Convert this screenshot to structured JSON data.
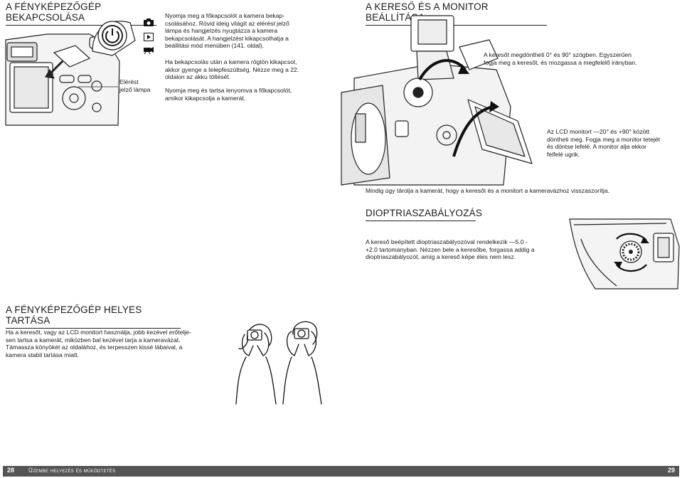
{
  "left": {
    "power": {
      "heading": "A FÉNYKÉPEZŐGÉP BEKAPCSOLÁSA",
      "label": "Elérést\njelző lámpa",
      "p1": "Nyomja meg a főkapcsolót a kamera bekap-\ncsolásához. Rövid ideig világít az elérést jelző\nlámpa és hangjelzés nyugtázza a kamera\nbekapcsolását. A hangjelzést kikapcsolhatja a\nbeállítási mód menüben (141. oldal).",
      "p2": "Ha bekapcsolás után a kamera rögtön kikapcsol,\nakkor gyenge a telepfeszültség. Nézze meg a 22.\noldalon az akku töltését.",
      "p3": "Nyomja meg és tartsa lenyomva a főkapcsolót,\namikor kikapcsolja a kamerát."
    },
    "holding": {
      "heading": "A FÉNYKÉPEZŐGÉP HELYES TARTÁSA",
      "p1": "Ha a keresőt, vagy az LCD monitort használja, jobb kezével erőtelje-\nsen tartsa a kamerát, miközben bal kezével tarja a kameravázat.\nTámassza könyökét az oldalához, és terpesszen kissé lábaival, a\nkamera stabil tartása miatt."
    }
  },
  "right": {
    "viewfinder": {
      "heading": "A KERESŐ ÉS A MONITOR BEÁLLÍTÁSA",
      "p1": "A keresőt megdöntheti 0° és 90° szögben. Egyszerűen\nfogja meg a keresőt, és mozgassa a megfelelő irányban.",
      "p2": "Az LCD monitort —20° és +90° között\ndöntheti meg. Fogja meg a monitor tetejét\nés döntse lefelé. A monitor alja ekkor\nfelfelé ugrik.",
      "p3": "Mindig úgy tárolja a kamerát, hogy a keresőt és a monitort a kameravázhoz visszaszorítja."
    },
    "diopter": {
      "heading": "DIOPTRIASZABÁLYOZÁS",
      "p1": "A kereső beépített dioptriaszabályozóval rendelkezik —5.0 -\n+2.0 tartományban. Nézzen bele a keresőbe, forgassa addig a\ndioptriaszabályozót, amíg a kereső képe éles nem lesz."
    }
  },
  "footer": {
    "left_page": "28",
    "title": "Üzembe helyezés és működtetés",
    "right_page": "29"
  }
}
